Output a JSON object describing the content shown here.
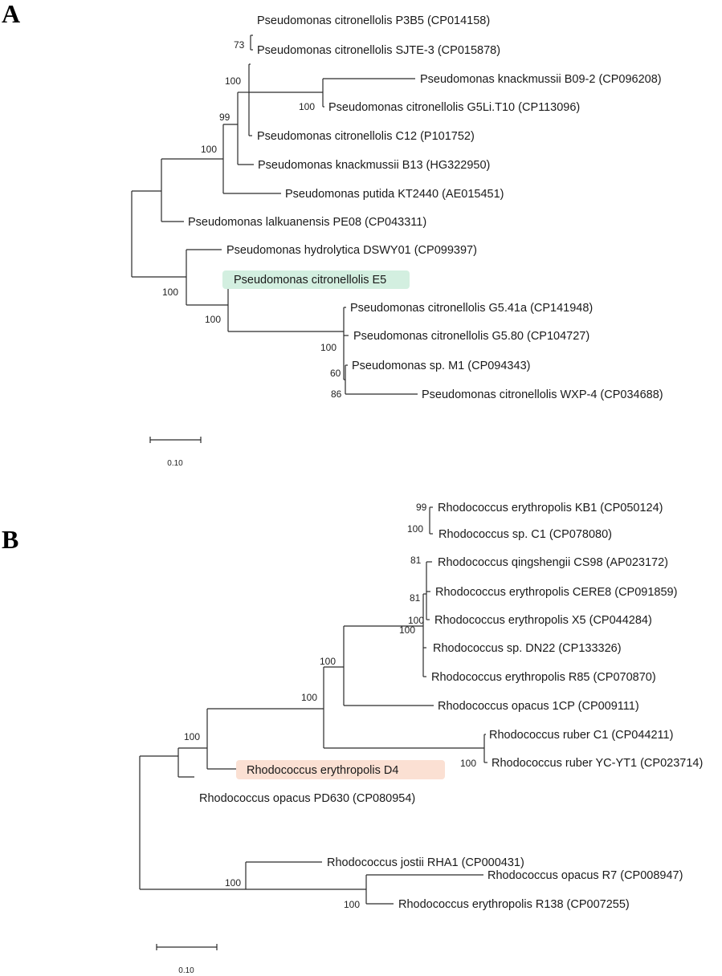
{
  "panels": [
    {
      "id": "A",
      "label": "A",
      "leaves": [
        {
          "name": "Pseudomonas citronellolis P3B5 (CP014158)"
        },
        {
          "name": "Pseudomonas citronellolis SJTE-3 (CP015878)"
        },
        {
          "name": "Pseudomonas knackmussii B09-2 (CP096208)"
        },
        {
          "name": "Pseudomonas citronellolis G5Li.T10 (CP113096)"
        },
        {
          "name": "Pseudomonas citronellolis C12 (P101752)"
        },
        {
          "name": "Pseudomonas knackmussii B13 (HG322950)"
        },
        {
          "name": "Pseudomonas putida KT2440 (AE015451)"
        },
        {
          "name": "Pseudomonas lalkuanensis PE08 (CP043311)"
        },
        {
          "name": "Pseudomonas hydrolytica DSWY01 (CP099397)"
        },
        {
          "name": "Pseudomonas citronellolis E5",
          "highlight": "#d3efe0"
        },
        {
          "name": "Pseudomonas citronellolis G5.41a (CP141948)"
        },
        {
          "name": "Pseudomonas citronellolis G5.80 (CP104727)"
        },
        {
          "name": "Pseudomonas sp. M1 (CP094343)"
        },
        {
          "name": "Pseudomonas citronellolis WXP-4 (CP034688)"
        }
      ],
      "bootstrap": [
        "73",
        "100",
        "100",
        "99",
        "100",
        "100",
        "100",
        "100",
        "60",
        "86"
      ],
      "scale": {
        "value": 0.1,
        "label": "0.10"
      }
    },
    {
      "id": "B",
      "label": "B",
      "leaves": [
        {
          "name": "Rhodococcus erythropolis KB1 (CP050124)"
        },
        {
          "name": "Rhodococcus sp. C1 (CP078080)"
        },
        {
          "name": "Rhodococcus qingshengii CS98 (AP023172)"
        },
        {
          "name": "Rhodococcus erythropolis CERE8 (CP091859)"
        },
        {
          "name": "Rhodococcus erythropolis X5 (CP044284)"
        },
        {
          "name": "Rhodococcus sp. DN22 (CP133326)"
        },
        {
          "name": "Rhodococcus erythropolis R85 (CP070870)"
        },
        {
          "name": "Rhodococcus opacus 1CP (CP009111)"
        },
        {
          "name": "Rhodococcus ruber C1 (CP044211)"
        },
        {
          "name": "Rhodococcus ruber YC-YT1 (CP023714)"
        },
        {
          "name": "Rhodococcus erythropolis D4",
          "highlight": "#fbe0d3"
        },
        {
          "name": "Rhodococcus opacus PD630 (CP080954)"
        },
        {
          "name": "Rhodococcus jostii RHA1 (CP000431)"
        },
        {
          "name": "Rhodococcus opacus R7 (CP008947)"
        },
        {
          "name": "Rhodococcus erythropolis R138 (CP007255)"
        }
      ],
      "bootstrap": [
        "99",
        "100",
        "81",
        "81",
        "100",
        "100",
        "100",
        "100",
        "100",
        "100",
        "100",
        "100"
      ],
      "scale": {
        "value": 0.1,
        "label": "0.10"
      }
    }
  ]
}
